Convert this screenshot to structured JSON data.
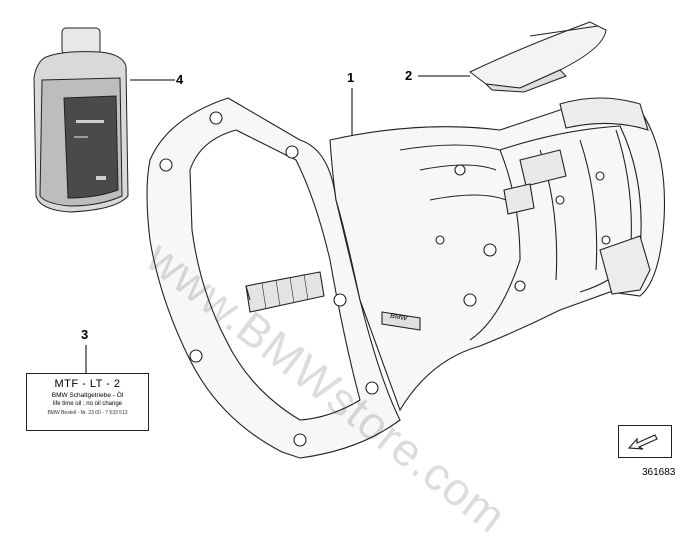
{
  "callouts": {
    "c1": "1",
    "c2": "2",
    "c3": "3",
    "c4": "4"
  },
  "label_card": {
    "line1": "MTF - LT - 2",
    "line2": "BMW Schaltgetriebe - Öl",
    "line3": "life time oil ; no oil change",
    "line4": "BMW Bestell - Nr.  23 00 - 7 533 513"
  },
  "diagram_id": "361683",
  "watermark": "www.BMWstore.com",
  "transmission_badge": "BMW"
}
